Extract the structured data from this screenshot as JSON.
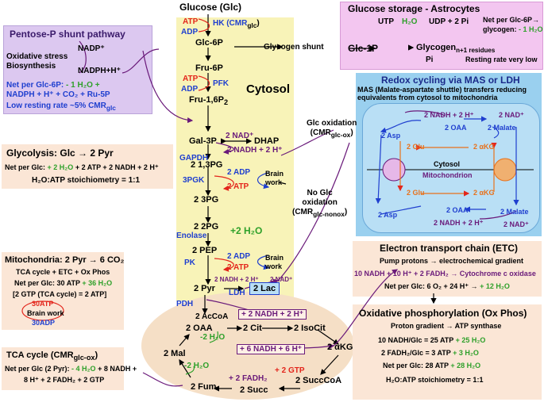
{
  "colors": {
    "cytosol": "#f8f3b8",
    "pentose": "#dcc8f0",
    "glycogen": "#f3c6f0",
    "tca_oval": "#f5dfc6",
    "panel": "#fbe6d6",
    "mas": "#9ad0ef",
    "mas_inner": "#b9dff5"
  },
  "center": {
    "glucose": "Glucose (Glc)",
    "hk": "HK (CMR",
    "hk_sub": "glc",
    "hk_close": ")",
    "atp1": "ATP",
    "adp1": "ADP",
    "g6p": "Glc-6P",
    "f6p": "Fru-6P",
    "atp2": "ATP",
    "pfk": "PFK",
    "adp2": "ADP",
    "cytosol": "Cytosol",
    "f16p2": "Fru-1,6P",
    "f16p2_sub": "2",
    "gal3p": "Gal-3P",
    "dhap": "DHAP",
    "gapdh": "GAPDH",
    "nad1": "2 NAD⁺",
    "nadh1": "2 NADH + 2 H⁺",
    "bpg": "2 1,3PG",
    "pgk": "3PGK",
    "adp3": "2 ADP",
    "atp3": "2 ATP",
    "brainwork1": "Brain work",
    "pg3": "2 3PG",
    "pg2": "2 2PG",
    "enolase": "Enolase",
    "h2o": "+2 H₂O",
    "pep": "2 PEP",
    "pk": "PK",
    "adp4": "2 ADP",
    "atp4": "2 ATP",
    "brainwork2": "Brain work",
    "nadh2": "2 NADH + 2 H⁺",
    "nad2": "2 NAD⁺",
    "pyr": "2 Pyr",
    "ldh": "LDH",
    "lac": "2 Lac",
    "glycogen_shunt": "Glycogen shunt",
    "glc_ox": "Glc oxidation",
    "glc_ox_cmr": "(CMR",
    "glc_ox_sub": "glc-ox",
    "glc_ox_close": ")",
    "no_glc_ox": "No Glc",
    "no_glc_ox2": "oxidation",
    "no_glc_ox3": "(CMR",
    "no_glc_ox_sub": "glc-nonox",
    "no_glc_ox_close": ")"
  },
  "pentose": {
    "title": "Pentose-P shunt pathway",
    "nadp": "NADP⁺",
    "nadph": "NADPH+H⁺",
    "ox_stress": "Oxidative stress",
    "biosynth": "Biosynthesis",
    "net1": "Net per Glc-6P:",
    "net1_green": "- 1 H₂O +",
    "net2": "NADPH + H⁺ + CO₂ + Ru-5P",
    "rate": "Low resting rate ~5% CMR",
    "rate_sub": "glc"
  },
  "glycogen": {
    "title": "Glucose storage - Astrocytes",
    "utp": "UTP",
    "h2o": "H₂O",
    "udp": "UDP + 2 Pi",
    "net": "Net per Glc-6P→",
    "net2": "glycogen:",
    "net2_green": "- 1 H₂O",
    "glc1p": "Glc-1P",
    "glycogen_n": "Glycogen",
    "glycogen_sub": "n+1 residues",
    "pi": "Pi",
    "rate": "Resting rate very low"
  },
  "glycolysis": {
    "title": "Glycolysis: Glc → 2 Pyr",
    "net": "Net per Glc:",
    "net_green": "+ 2 H₂O",
    "net_rest": "+ 2 ATP + 2 NADH + 2 H⁺",
    "stoich": "H₂O:ATP stoichiometry = 1:1"
  },
  "mito": {
    "title": "Mitochondria: 2 Pyr → 6 CO₂",
    "line1": "TCA cycle + ETC + Ox Phos",
    "line2": "Net per Glc: 30 ATP",
    "line2_green": "+ 36 H₂O",
    "line3": "[2 GTP (TCA cycle) = 2 ATP]",
    "atp": "30ATP",
    "bw": "Brain work",
    "adp": "30ADP"
  },
  "tcabox": {
    "title": "TCA cycle (CMR",
    "title_sub": "glc-ox",
    "title_close": ")",
    "line1": "Net per Glc (2 Pyr):",
    "line1_green": "- 4 H₂O",
    "line1_rest": "+ 8 NADH +",
    "line2": "8 H⁺ + 2 FADH₂ + 2 GTP"
  },
  "tca": {
    "pdh": "PDH",
    "accoa": "2 AcCoA",
    "nadh_top": "+ 2 NADH + 2 H⁺",
    "oaa": "2 OAA",
    "cit": "2 Cit",
    "isocit": "2 IsoCit",
    "h2o_minus": "-2 H₂O",
    "nadh_mid": "+ 6 NADH + 6 H⁺",
    "mal": "2 Mal",
    "akg": "2 αKG",
    "h2o_minus2": "-2 H₂O",
    "fadh": "+ 2 FADH₂",
    "gtp": "+ 2 GTP",
    "fum": "2 Fum",
    "succ": "2 Succ",
    "succcoa": "2 SuccCoA"
  },
  "mas": {
    "title": "Redox cycling via MAS or LDH",
    "desc1": "MAS (Malate-aspartate shuttle) transfers reducing",
    "desc2": "equivalents from cytosol to mitochondria",
    "nadh_top": "2 NADH + 2 H⁺",
    "nad_top": "2 NAD⁺",
    "oaa_top": "2 OAA",
    "mal_top": "2 Malate",
    "asp_top": "2 Asp",
    "glu_top": "2 Glu",
    "akg_top": "2 αKG",
    "cytosol": "Cytosol",
    "mito": "Mitochondrion",
    "glu_bot": "2 Glu",
    "akg_bot": "2 αKG",
    "asp_bot": "2 Asp",
    "oaa_bot": "2 OAA",
    "mal_bot": "2 Malate",
    "nadh_bot": "2 NADH + 2 H⁺",
    "nad_bot": "2 NAD⁺"
  },
  "etc": {
    "title": "Electron transport chain (ETC)",
    "line1": "Pump protons → electrochemical gradient",
    "line2": "10 NADH + 10 H⁺ + 2 FADH₂ → Cytochrome c oxidase",
    "line3": "Net per Glc: 6 O₂ + 24 H⁺ →",
    "line3_green": "+ 12 H₂O"
  },
  "oxphos": {
    "title": "Oxidative phosphorylation (Ox Phos)",
    "line1": "Proton gradient → ATP synthase",
    "line2": "10 NADH/Glc = 25 ATP",
    "line2_green": "+ 25 H₂O",
    "line3": "2 FADH₂/Glc = 3 ATP",
    "line3_green": "+ 3 H₂O",
    "line4": "Net per Glc:   28 ATP",
    "line4_green": "+ 28 H₂O",
    "line5": "H₂O:ATP stoichiometry = 1:1"
  }
}
